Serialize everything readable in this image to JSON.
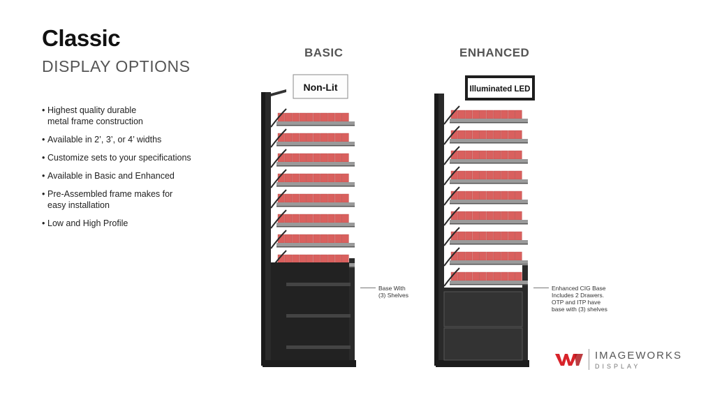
{
  "header": {
    "title": "Classic",
    "subtitle": "DISPLAY OPTIONS"
  },
  "bullets": [
    "Highest quality durable\n  metal frame construction",
    "Available in 2’, 3’, or 4’ widths",
    "Customize sets to your specifications",
    "Available in Basic and Enhanced",
    "Pre-Assembled frame makes for\n  easy installation",
    "Low and High Profile"
  ],
  "bullet_symbol": "•",
  "basic": {
    "heading": "BASIC",
    "sign": "Non-Lit",
    "callout": "Base With\n(3) Shelves"
  },
  "enhanced": {
    "heading": "ENHANCED",
    "sign": "Illuminated LED",
    "callout": "Enhanced CIG Base\nIncludes 2 Drawers.\nOTP and ITP have\nbase with (3) shelves"
  },
  "logo": {
    "name": "IMAGEWORKS",
    "tagline": "DISPLAY"
  },
  "colors": {
    "frame": "#2a2a2a",
    "product": "#d9605e",
    "shelf_tray": "#9a9a9a",
    "logo_red": "#d8232a"
  },
  "icons": {
    "logo_mark": "w-logo-icon"
  }
}
